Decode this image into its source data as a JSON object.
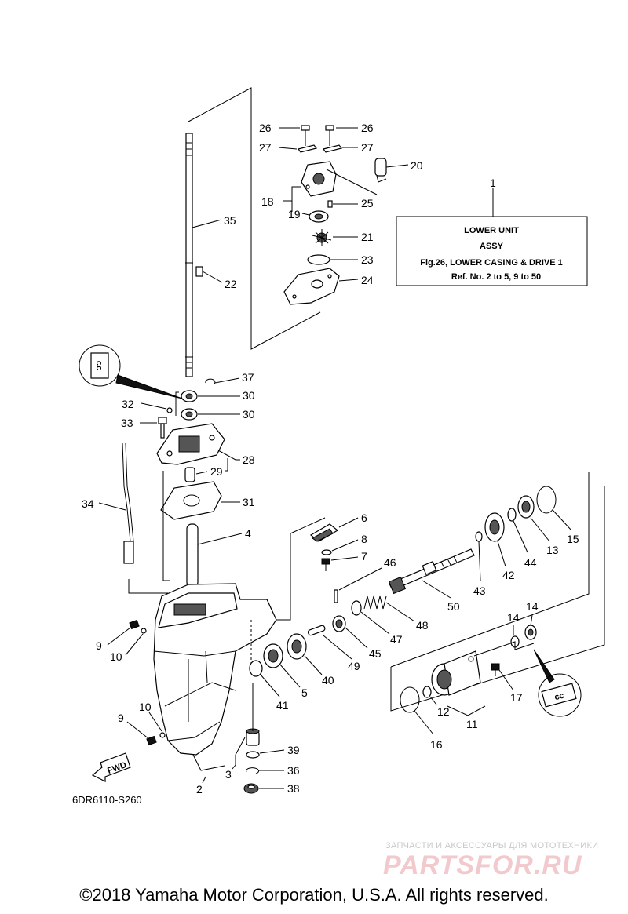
{
  "diagram_code": "6DR6110-S260",
  "fwd_label": "FWD",
  "info_box": {
    "number": "1",
    "line1": "LOWER UNIT",
    "line2": "ASSY",
    "line3": "Fig.26, LOWER CASING & DRIVE 1",
    "line4": "Ref. No. 2 to 5, 9 to 50"
  },
  "part_labels": {
    "p2": "2",
    "p3": "3",
    "p4": "4",
    "p5": "5",
    "p6": "6",
    "p7": "7",
    "p8": "8",
    "p9a": "9",
    "p9b": "9",
    "p10a": "10",
    "p10b": "10",
    "p11": "11",
    "p12": "12",
    "p13": "13",
    "p14a": "14",
    "p14b": "14",
    "p15": "15",
    "p16": "16",
    "p17": "17",
    "p18": "18",
    "p19": "19",
    "p20": "20",
    "p21": "21",
    "p22": "22",
    "p23": "23",
    "p24": "24",
    "p25": "25",
    "p26a": "26",
    "p26b": "26",
    "p27a": "27",
    "p27b": "27",
    "p28": "28",
    "p29": "29",
    "p30a": "30",
    "p30b": "30",
    "p31": "31",
    "p32": "32",
    "p33": "33",
    "p34": "34",
    "p35": "35",
    "p36": "36",
    "p37": "37",
    "p38": "38",
    "p39": "39",
    "p40": "40",
    "p41": "41",
    "p42": "42",
    "p43": "43",
    "p44": "44",
    "p45": "45",
    "p46": "46",
    "p47": "47",
    "p48": "48",
    "p49": "49",
    "p50": "50"
  },
  "callout_marks": {
    "upper": "cc",
    "lower": "cc"
  },
  "watermark": {
    "small": "ЗАПЧАСТИ И АКСЕССУАРЫ ДЛЯ МОТОТЕХНИКИ",
    "big": "PARTSFOR.RU"
  },
  "copyright": "©2018 Yamaha Motor Corporation, U.S.A. All rights reserved."
}
